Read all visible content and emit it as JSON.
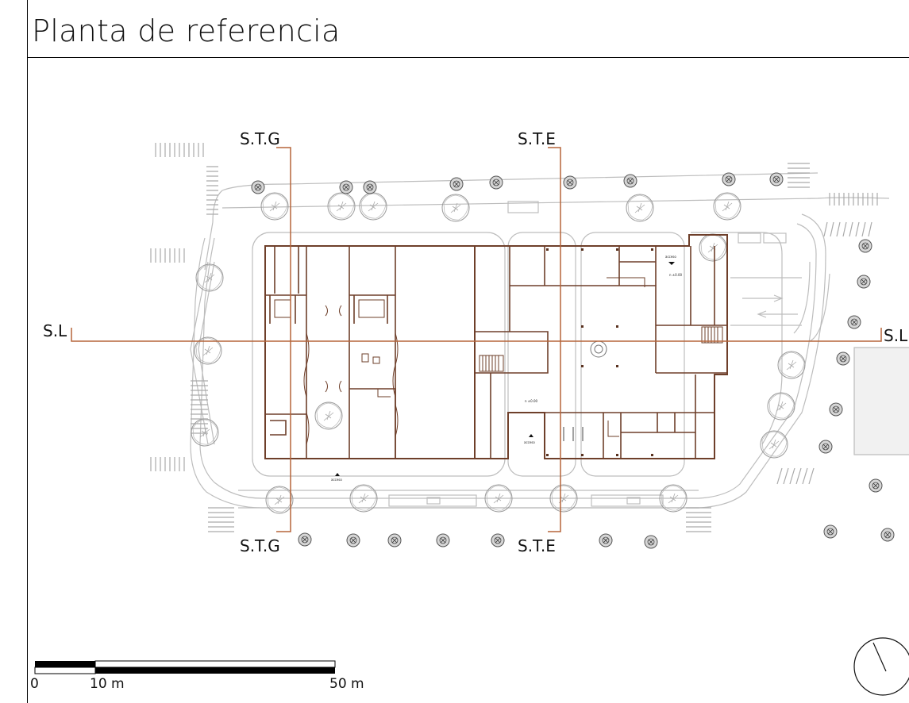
{
  "title": "Planta de referencia",
  "sections": {
    "stg_top": "S.T.G",
    "stg_bottom": "S.T.G",
    "ste_top": "S.T.E",
    "ste_bottom": "S.T.E",
    "sl_left": "S.L",
    "sl_right": "S.L"
  },
  "annotations": {
    "access": "acceso",
    "level": "n ±0.00"
  },
  "scale_bar": {
    "zero": "0",
    "mid": "10 m",
    "end": "50 m"
  },
  "colors": {
    "section_line": "#b5653a",
    "building_wall": "#6e3f2a",
    "site_lines": "#b8b8b8",
    "ink": "#111111"
  },
  "icons": {
    "north": "north-arrow-icon",
    "tree": "tree-icon"
  }
}
